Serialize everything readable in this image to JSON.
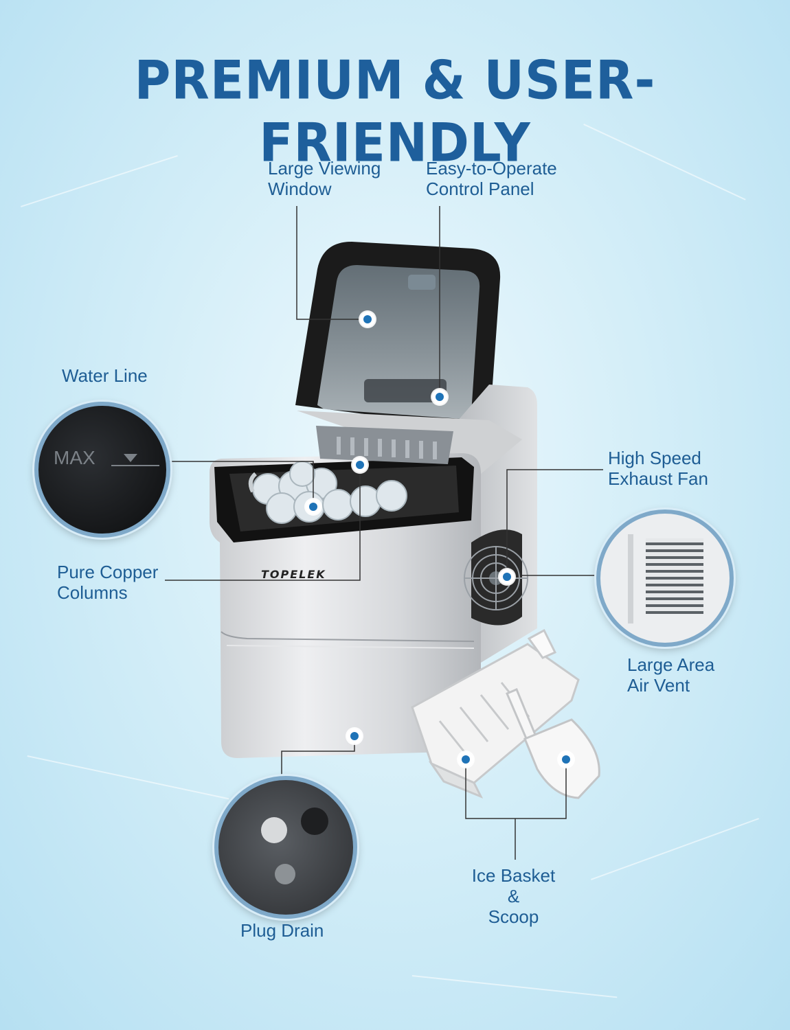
{
  "title": "PREMIUM & USER-FRIENDLY",
  "brand": "TOPELEK",
  "max_marker": "MAX",
  "features": {
    "viewing_window": [
      "Large Viewing",
      "Window"
    ],
    "control_panel": [
      "Easy-to-Operate",
      "Control Panel"
    ],
    "water_line": "Water Line",
    "exhaust_fan": [
      "High Speed",
      "Exhaust Fan"
    ],
    "copper_columns": [
      "Pure Copper",
      "Columns"
    ],
    "air_vent": [
      "Large Area",
      "Air Vent"
    ],
    "ice_basket": [
      "Ice Basket",
      "&",
      "Scoop"
    ],
    "plug_drain": "Plug Drain"
  },
  "colors": {
    "title": "#1e5f9c",
    "labels": "#1e5d94",
    "dots": "#1f73b7"
  }
}
